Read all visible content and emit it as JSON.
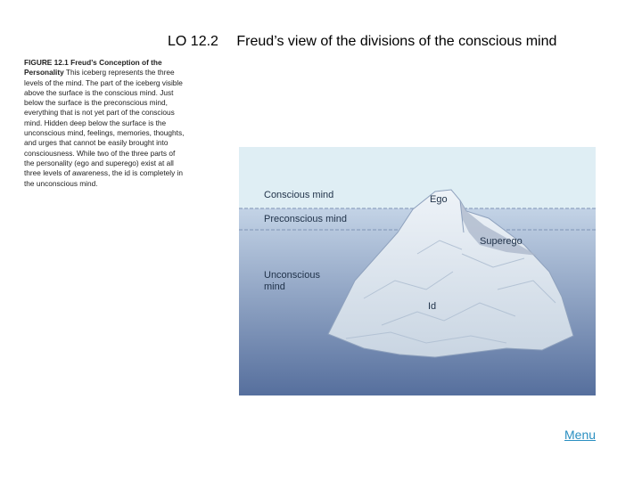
{
  "slide": {
    "lo": "LO 12.2",
    "title": "Freud’s view of the divisions of the conscious mind"
  },
  "caption": {
    "figure_num": "FIGURE 12.1",
    "figure_title": "Freud’s Conception of the Personality",
    "text": "This iceberg represents the three levels of the mind. The part of the iceberg visible above the surface is the conscious mind. Just below the surface is the preconscious mind, everything that is not yet part of the conscious mind. Hidden deep below the surface is the unconscious mind, feelings, memories, thoughts, and urges that cannot be easily brought into consciousness. While two of the three parts of the personality (ego and superego) exist at all three levels of awareness, the id is completely in the unconscious mind."
  },
  "diagram": {
    "labels": {
      "conscious": "Conscious mind",
      "preconscious": "Preconscious mind",
      "unconscious_1": "Unconscious",
      "unconscious_2": "mind",
      "ego": "Ego",
      "superego": "Superego",
      "id": "Id"
    },
    "colors": {
      "sky": "#dfeef4",
      "water_top": "#c3d3e6",
      "water_bottom": "#566f9d",
      "ice": "#e6edf4",
      "superego": "#a9b6c9"
    }
  },
  "nav": {
    "menu_label": "Menu"
  }
}
